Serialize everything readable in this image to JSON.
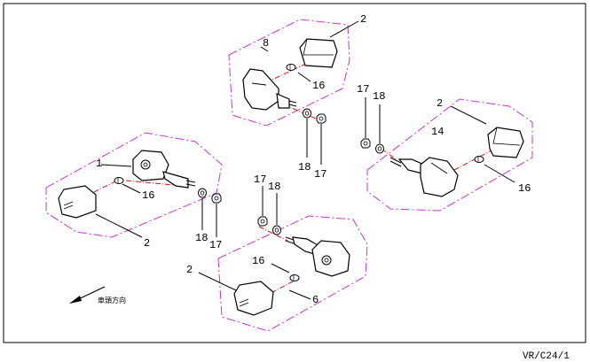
{
  "diagram": {
    "page_ref": "VR/C24/1",
    "direction_label": "車頭方向",
    "groups": [
      {
        "group_label": "8",
        "lens_label": "2",
        "bulb_label": "16",
        "washer_label": "18",
        "nut_label": "17"
      },
      {
        "group_label": "14",
        "lens_label": "2",
        "bulb_label": "16",
        "washer_label": "18",
        "nut_label": "17"
      },
      {
        "group_label": "1",
        "lens_label": "2",
        "bulb_label": "16",
        "washer_label": "18",
        "nut_label": "17"
      },
      {
        "group_label": "6",
        "lens_label": "2",
        "bulb_label": "16",
        "washer_label": "18",
        "nut_label": "17"
      }
    ]
  }
}
